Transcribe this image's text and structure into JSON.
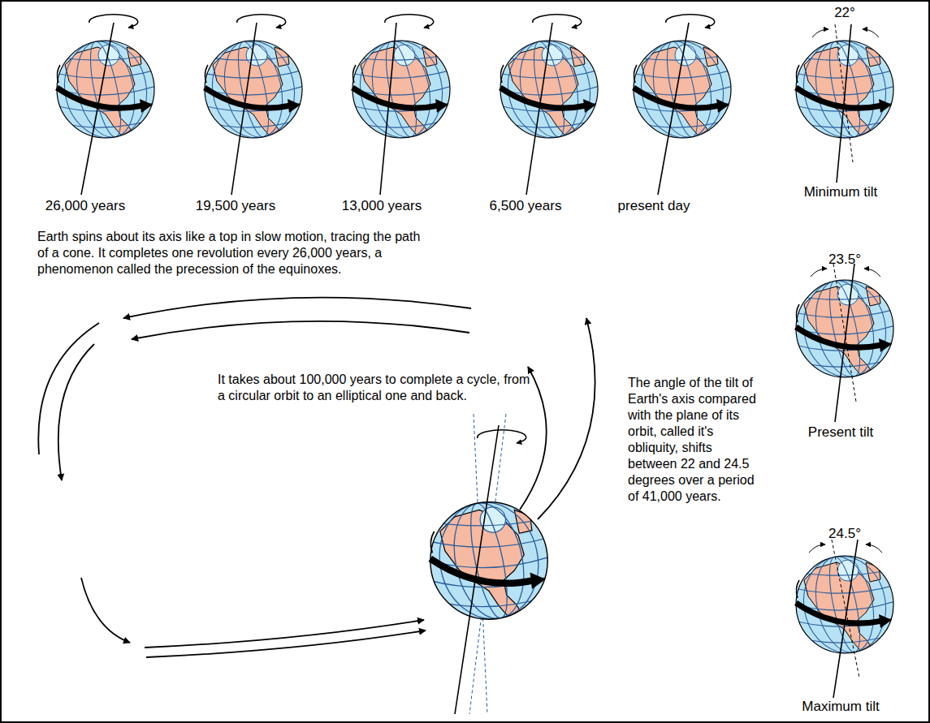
{
  "diagram": {
    "labels": [
      "26,000 years",
      "19,500 years",
      "13,000 years",
      "6,500 years",
      "present day",
      "22°",
      "Minimum tilt",
      "Earth spins about its axis like a top in slow motion, tracing the path of a cone. It completes one revolution every 26,000 years, a phenomenon called the precession of the equinoxes.",
      "23.5°",
      "The angle of the tilt of  Earth's axis compared with the plane of its orbit, called it's obliquity, shifts between 22 and 24.5 degrees over a period of 41,000 years.",
      "Present tilt",
      "24.5°",
      "It takes about 100,000 years to complete a cycle, from a circular orbit to an elliptical one and back.",
      "Maximum tilt"
    ]
  }
}
